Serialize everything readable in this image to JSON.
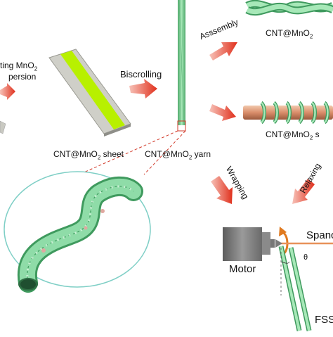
{
  "labels": {
    "dispersion_line1": "ting MnO",
    "dispersion_line1_sub": "2",
    "dispersion_line2": "persion",
    "biscrolling": "Biscrolling",
    "assembly": "Asssembly",
    "wrapping": "Wrapping",
    "relaxing": "Relaxing",
    "sheet_pre": "CNT@MnO",
    "sheet_sub": "2",
    "sheet_post": " sheet",
    "yarn_pre": "CNT@MnO",
    "yarn_sub": "2",
    "yarn_post": " yarn",
    "twisted_pre": "CNT@MnO",
    "twisted_sub": "2",
    "coiled_pre": "CNT@MnO",
    "coiled_sub": "2",
    "coiled_post": " s",
    "motor": "Motor",
    "spandex": "Spanc",
    "fss": "FSS",
    "angle": "θ"
  },
  "colors": {
    "yarn_green": "#7fd49a",
    "yarn_dark": "#3f9a5e",
    "sheet_lime": "#b8f000",
    "sheet_grey": "#c9c9c2",
    "arrow_red": "#e43a26",
    "spandex_orange": "#e8925a",
    "dashed_red": "#d23a2a",
    "circle_line": "#7fcfc6",
    "motor_grey": "#7a7a7a"
  }
}
